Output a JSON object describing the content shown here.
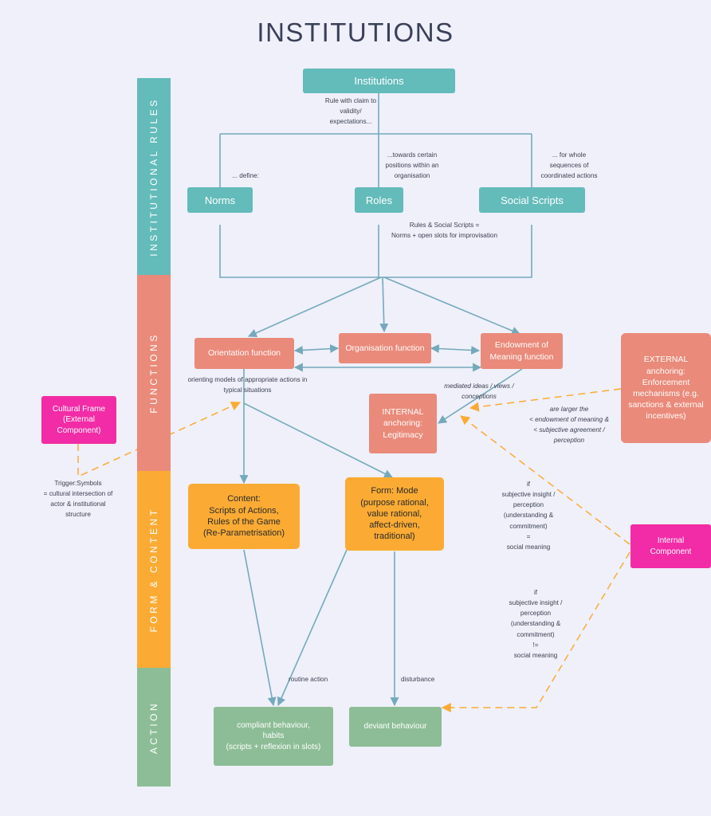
{
  "title": "INSTITUTIONS",
  "colors": {
    "background": "#eff0fa",
    "teal": "#63bbba",
    "salmon": "#ea8a7a",
    "orange": "#fbab34",
    "green": "#8dbd96",
    "pink": "#f22ca6",
    "connector": "#74a9bb",
    "dashed": "#fbab34"
  },
  "bands": {
    "institutional_rules": "INSTITUTIONAL RULES",
    "functions": "FUNCTIONS",
    "form_content": "FORM & CONTENT",
    "action": "ACTION"
  },
  "nodes": {
    "institutions": "Institutions",
    "norms": "Norms",
    "roles": "Roles",
    "social_scripts": "Social Scripts",
    "orientation": "Orientation function",
    "organisation": "Organisation function",
    "endowment": "Endowment of\nMeaning function",
    "internal_anchoring": "INTERNAL\nanchoring:\nLegitimacy",
    "external_anchoring": "EXTERNAL\nanchoring:\nEnforcement\nmechanisms (e.g.\nsanctions & external\nincentives)",
    "cultural_frame": "Cultural Frame\n(External\nComponent)",
    "internal_component": "Internal\nComponent",
    "content": "Content:\nScripts of Actions,\nRules of the Game\n(Re-Parametrisation)",
    "form": "Form: Mode\n(purpose rational,\nvalue rational,\naffect-driven,\ntraditional)",
    "compliant": "compliant behaviour,\nhabits\n(scripts + reflexion in slots)",
    "deviant": "deviant behaviour"
  },
  "labels": {
    "rule_claim": "Rule with claim  to\nvalidity/\nexpectations...",
    "define": "... define:",
    "towards_positions": "...towards certain\npositions within an\norganisation",
    "whole_sequences": "... for whole\nsequences of\ncoordinated actions",
    "rules_scripts": "Rules & Social Scripts =\nNorms + open slots for improvisation",
    "orienting_models": "orienting models of appropriate actions in\ntypical situations",
    "mediated_ideas": "mediated ideas / views /\nconceptions",
    "are_larger": "are larger the\n< endowment of meaning &\n< subjective agreement / perception",
    "trigger_symbols": "Trigger:Symbols\n= cultural intersection of\nactor & institutional\nstructure",
    "if_equal": "if\nsubjective insight /\nperception\n(understanding &\ncommitment)\n=\nsocial meaning",
    "if_not_equal": "if\nsubjective insight /\nperception\n(understanding &\ncommitment)\n!=\nsocial meaning",
    "routine_action": "routine action",
    "disturbance": "disturbance"
  }
}
